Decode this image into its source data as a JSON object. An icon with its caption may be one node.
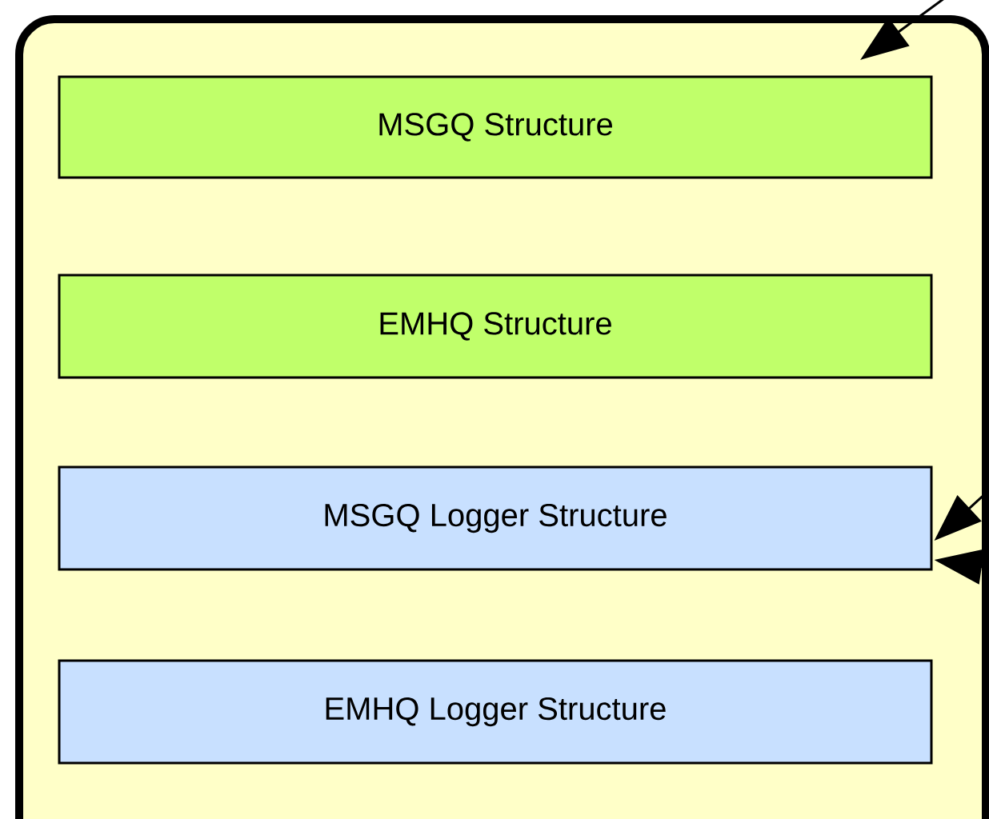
{
  "diagram": {
    "nodes": [
      {
        "text": [],
        "shape": "box"
      },
      {
        "text": [
          "MSGQ  Structure"
        ],
        "in": 0
      },
      {
        "text": [
          "EMHQ  Structure"
        ],
        "in": 0
      },
      {
        "text": [
          "MSGQ Logger Structure"
        ],
        "in": 0
      },
      {
        "text": [
          "EMHQ Logger Structure"
        ],
        "in": 0
      }
    ],
    "edges": [
      {
        "from": null,
        "to": 0,
        "arrow": "to"
      },
      {
        "from": null,
        "to": 3,
        "arrow": "to"
      },
      {
        "from": null,
        "to": 3,
        "arrow": "to"
      }
    ]
  }
}
